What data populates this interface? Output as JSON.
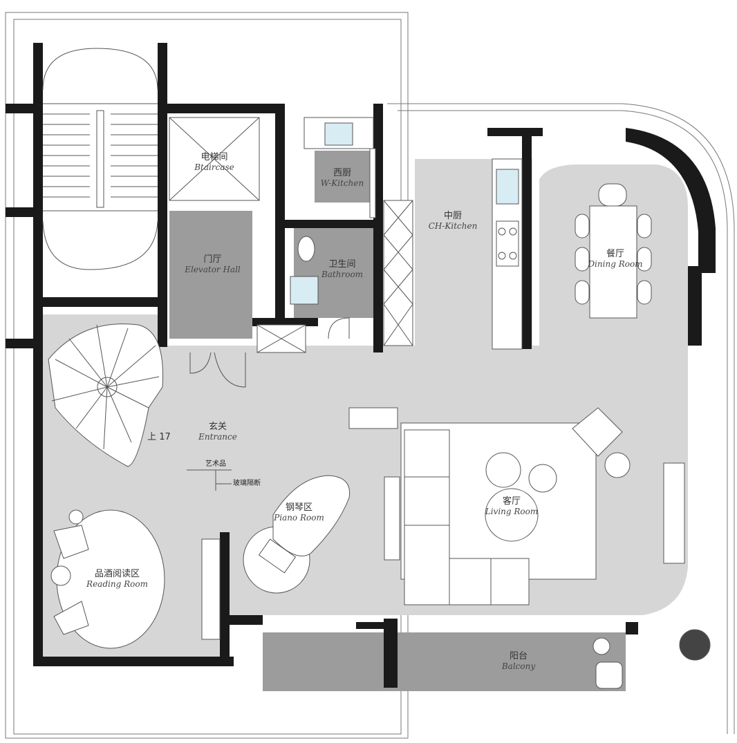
{
  "rooms": {
    "staircase": {
      "cn": "电梯间",
      "en": "Btaircase"
    },
    "w_kitchen": {
      "cn": "西厨",
      "en": "W-Kitchen"
    },
    "ch_kitchen": {
      "cn": "中厨",
      "en": "CH-Kitchen"
    },
    "dining": {
      "cn": "餐厅",
      "en": "Dining Room"
    },
    "elevator_hall": {
      "cn": "门厅",
      "en": "Elevator Hall"
    },
    "bathroom": {
      "cn": "卫生间",
      "en": "Bathroom"
    },
    "entrance": {
      "cn": "玄关",
      "en": "Entrance"
    },
    "living": {
      "cn": "客厅",
      "en": "Living Room"
    },
    "piano": {
      "cn": "钢琴区",
      "en": "Piano Room"
    },
    "reading": {
      "cn": "品酒阅读区",
      "en": "Reading Room"
    },
    "balcony": {
      "cn": "阳台",
      "en": "Balcony"
    }
  },
  "notes": {
    "stairs_up": "上 17",
    "artwork": "艺术品",
    "glass_partition": "玻璃隔断"
  },
  "colors": {
    "floor": "#d6d6d6",
    "dark_floor": "#9c9c9c",
    "wall": "#1a1a1a",
    "line": "#555555"
  }
}
